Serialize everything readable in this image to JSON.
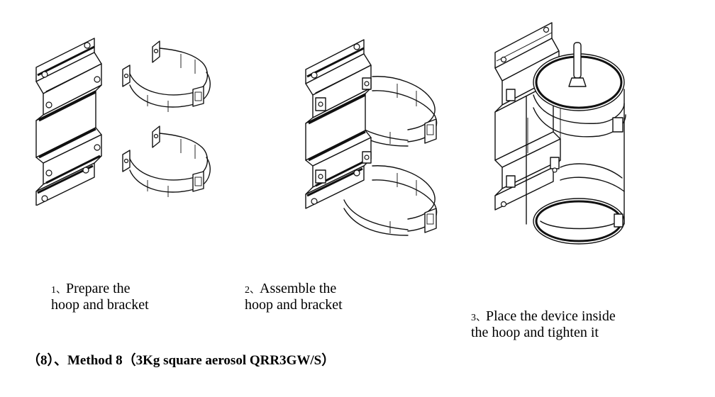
{
  "figures": [
    {
      "id": "step-1",
      "step_number": "1、",
      "caption_line1": "Prepare the",
      "caption_line2": "hoop and bracket"
    },
    {
      "id": "step-2",
      "step_number": "2、",
      "caption_line1": "Assemble the",
      "caption_line2": "hoop and bracket"
    },
    {
      "id": "step-3",
      "step_number": "3、",
      "caption_line1": "Place the device inside",
      "caption_line2": "the hoop and tighten it"
    }
  ],
  "section_heading": "（8）、Method 8（3Kg square aerosol QRR3GW/S）"
}
